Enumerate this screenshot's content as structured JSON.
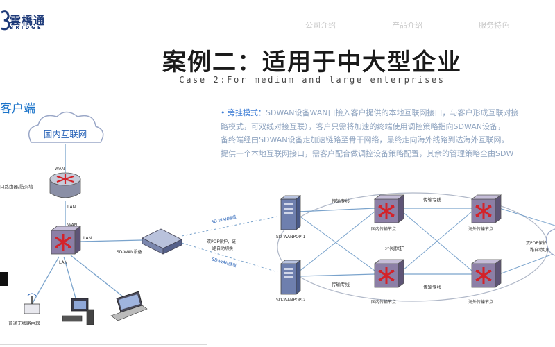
{
  "logo": {
    "cn": "雲橋通",
    "en": "BRIDGE"
  },
  "nav": [
    "公司介绍",
    "产品介绍",
    "服务特色"
  ],
  "title": "案例二：适用于中大型企业",
  "subtitle": "Case 2:For medium and large enterprises",
  "client": {
    "heading": "客户端",
    "cloud": "国内互联网",
    "router_label": "口路由器/防火墙",
    "wan": "WAN",
    "lan": "LAN",
    "device": "SD-WAN设备",
    "wifi": "普通无线路由器"
  },
  "description": {
    "label": "旁挂模式：",
    "lines": [
      "SDWAN设备WAN口接入客户提供的本地互联网接口，与客户形成互联对接",
      "路模式，可双线对接互联），客户只需将加速的终端使用调控策略指向SDWAN设备，",
      "备终端经由SDWAN设备走加速链路至骨干网络，最终走向海外线路到达海外互联网。",
      "提供一个本地互联网接口，需客户配合做调控设备策略配置，其余的管理策略全由SDW"
    ]
  },
  "network": {
    "tunnel": "SD-WAN隧道",
    "pop1": "SD-WANPOP-1",
    "pop2": "SD-WANPOP-2",
    "dual_pop": [
      "双POP保护，链",
      "路自动切换"
    ],
    "ring": "环网保护",
    "link": "传输专线",
    "domestic_node": "国内传输节点",
    "overseas_node": "海外传输节点"
  }
}
